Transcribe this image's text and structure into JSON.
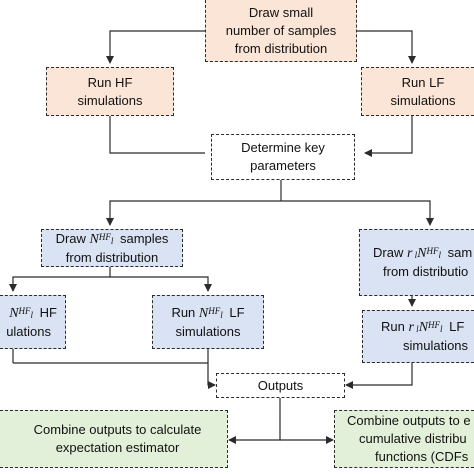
{
  "nodes": {
    "draw_small": {
      "lines": [
        "Draw small",
        "number of samples",
        "from distribution"
      ]
    },
    "run_hf": {
      "lines": [
        "Run HF",
        "simulations"
      ]
    },
    "run_lf": {
      "lines": [
        "Run LF",
        "simulations"
      ]
    },
    "determine": {
      "lines": [
        "Determine key",
        "parameters"
      ]
    },
    "draw_nl": {
      "pre": "Draw ",
      "var": "N",
      "sub": "l",
      "sup": "HF",
      "post": " samples",
      "line2": "from distribution"
    },
    "draw_rnl": {
      "pre": "Draw ",
      "coef": "r",
      "coef_sub": "l",
      "var": "N",
      "sub": "l",
      "sup": "HF",
      "post": " sam",
      "line2": "from distributio"
    },
    "run_nl_hf": {
      "var": "N",
      "sub": "l",
      "sup": "HF",
      "post": " HF",
      "line2": "ulations"
    },
    "run_nl_lf": {
      "pre": "Run ",
      "var": "N",
      "sub": "l",
      "sup": "HF",
      "post": " LF",
      "line2": "simulations"
    },
    "run_rnl_lf": {
      "pre": "Run ",
      "coef": "r",
      "coef_sub": "l",
      "var": "N",
      "sub": "l",
      "sup": "HF",
      "post": " LF",
      "line2": "simulations"
    },
    "outputs": {
      "lines": [
        "Outputs"
      ]
    },
    "combine_exp": {
      "lines": [
        "Combine outputs to calculate",
        "expectation estimator"
      ]
    },
    "combine_cdf": {
      "lines": [
        "Combine outputs to e",
        "cumulative distribu",
        "functions (CDFs"
      ]
    }
  },
  "colors": {
    "orange_fill": "#fbe5d6",
    "blue_fill": "#dae3f3",
    "green_fill": "#e2f0d9",
    "white_fill": "#ffffff",
    "line": "#2b2b2b"
  }
}
